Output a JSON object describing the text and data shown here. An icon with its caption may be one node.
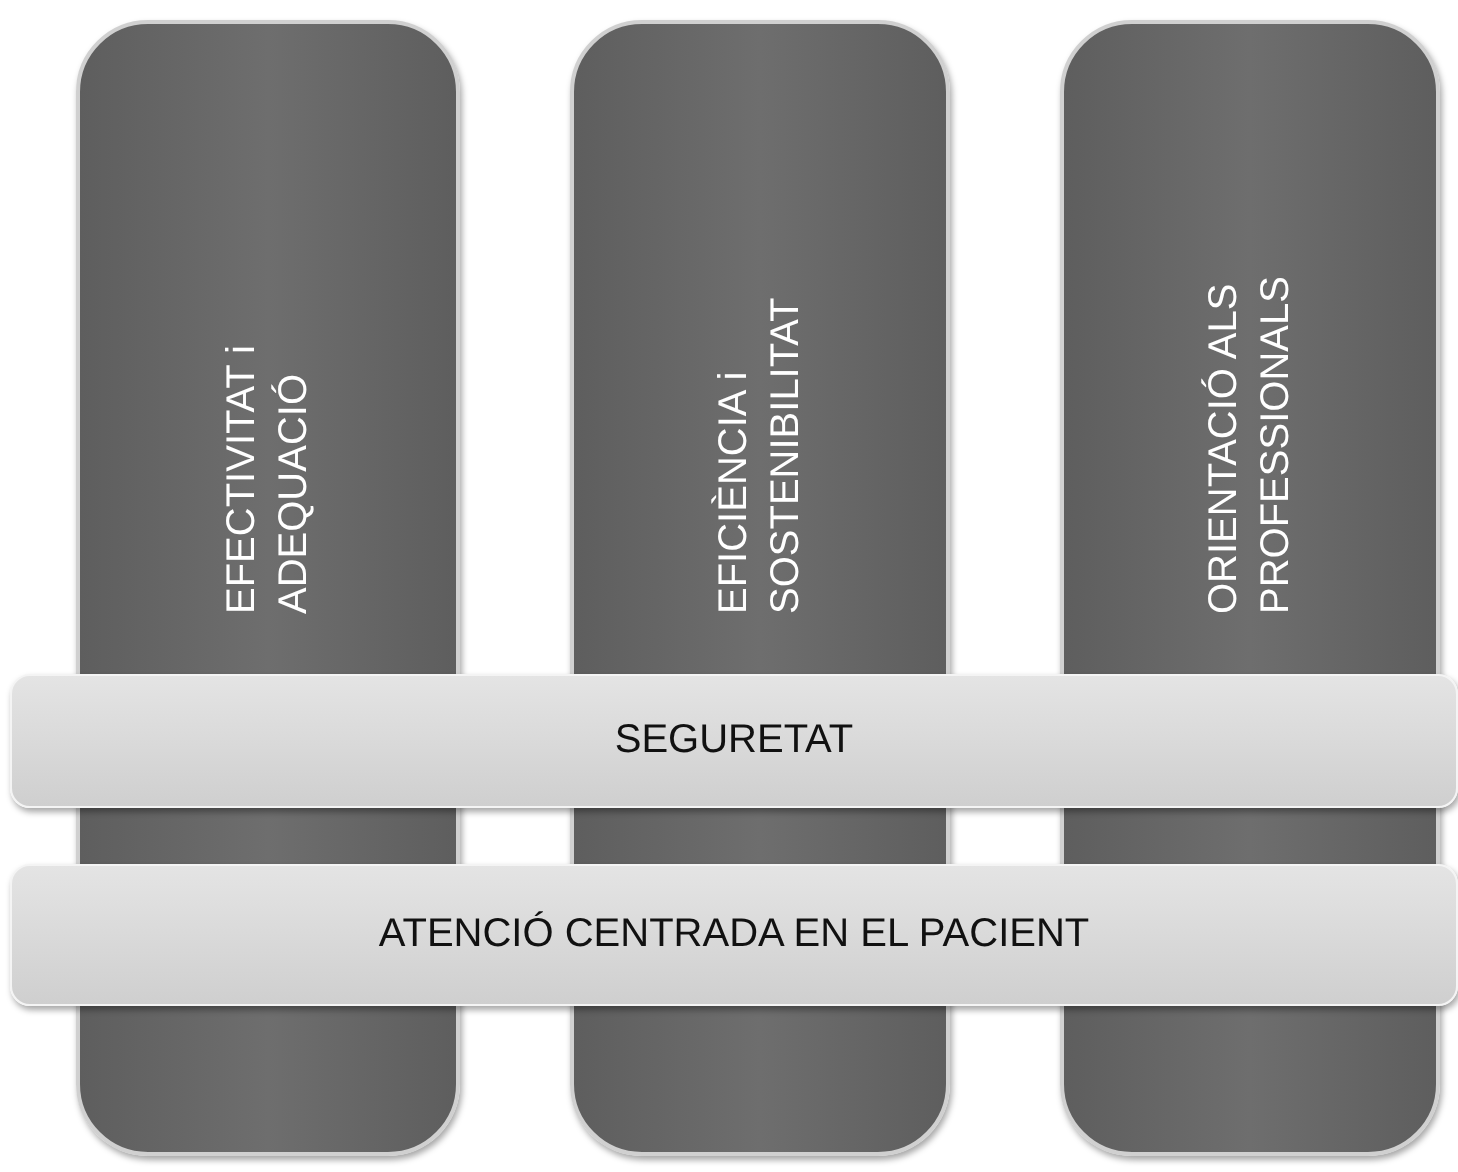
{
  "diagram": {
    "nodes": [
      {
        "text": [
          "EFECTIVITAT i ADEQUACIÓ"
        ]
      },
      {
        "text": [
          "EFICIÈNCIA i SOSTENIBILITAT"
        ]
      },
      {
        "text": [
          "ORIENTACIÓ ALS PROFESSIONALS"
        ]
      },
      {
        "text": [
          "SEGURETAT"
        ]
      },
      {
        "text": [
          "ATENCIÓ CENTRADA EN EL PACIENT"
        ]
      }
    ]
  }
}
